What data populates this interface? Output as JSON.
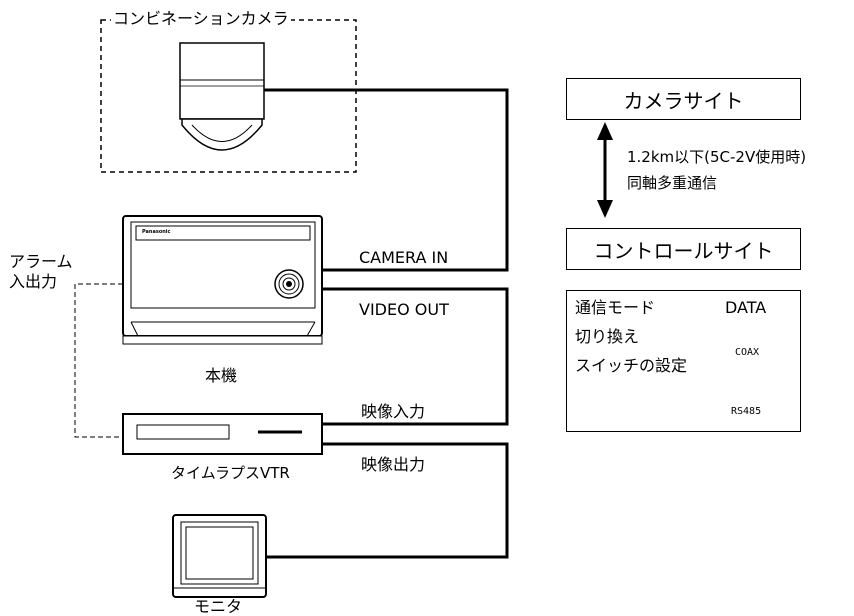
{
  "camera_label": "コンビネーションカメラ",
  "unit_brand": "Panasonic",
  "unit_label": "本機",
  "vtr_label": "タイムラプスVTR",
  "monitor_label": "モニタ",
  "alarm_label_line1": "アラーム",
  "alarm_label_line2": "入出力",
  "connections": {
    "camera_in": "CAMERA IN",
    "video_out": "VIDEO OUT",
    "video_in_jp": "映像入力",
    "video_out_jp": "映像出力"
  },
  "right": {
    "camera_site": "カメラサイト",
    "distance": "1.2km以下(5C-2V使用時)",
    "coax_multiplex": "同軸多重通信",
    "control_site": "コントロールサイト",
    "mode_line1": "通信モード",
    "mode_line2": "切り換え",
    "mode_line3": "スイッチの設定",
    "switch_data": "DATA",
    "switch_coax": "COAX",
    "switch_rs485": "RS485"
  }
}
